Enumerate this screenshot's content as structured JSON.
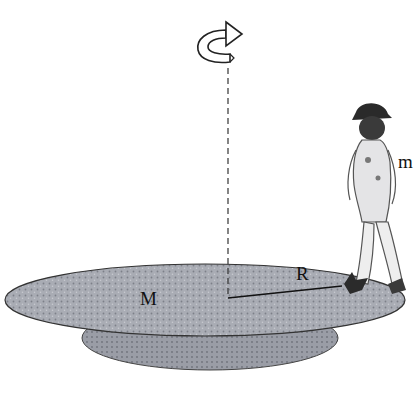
{
  "diagram": {
    "labels": [
      "m",
      "M",
      "R"
    ]
  }
}
